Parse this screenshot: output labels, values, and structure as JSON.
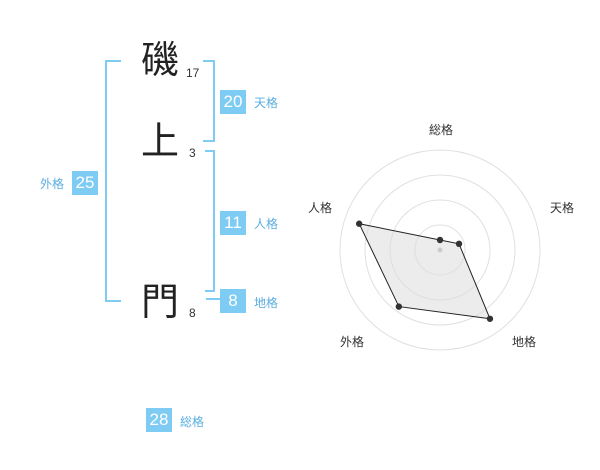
{
  "name": {
    "chars": [
      {
        "char": "磯",
        "strokes": "17"
      },
      {
        "char": "上",
        "strokes": "3"
      },
      {
        "char": "門",
        "strokes": "8"
      }
    ]
  },
  "fortune": {
    "tenkaku": {
      "value": "20",
      "label": "天格"
    },
    "jinkaku": {
      "value": "11",
      "label": "人格"
    },
    "chikaku": {
      "value": "8",
      "label": "地格"
    },
    "gaikaku": {
      "value": "25",
      "label": "外格"
    },
    "soukaku": {
      "value": "28",
      "label": "総格"
    }
  },
  "colors": {
    "accent": "#7ecbf4",
    "label": "#5aaee0",
    "text": "#222222"
  },
  "chart_data": {
    "type": "radar",
    "axes": [
      "総格",
      "天格",
      "地格",
      "外格",
      "人格"
    ],
    "rings": 4,
    "values": [
      0.1,
      0.2,
      0.85,
      0.7,
      0.85
    ]
  }
}
